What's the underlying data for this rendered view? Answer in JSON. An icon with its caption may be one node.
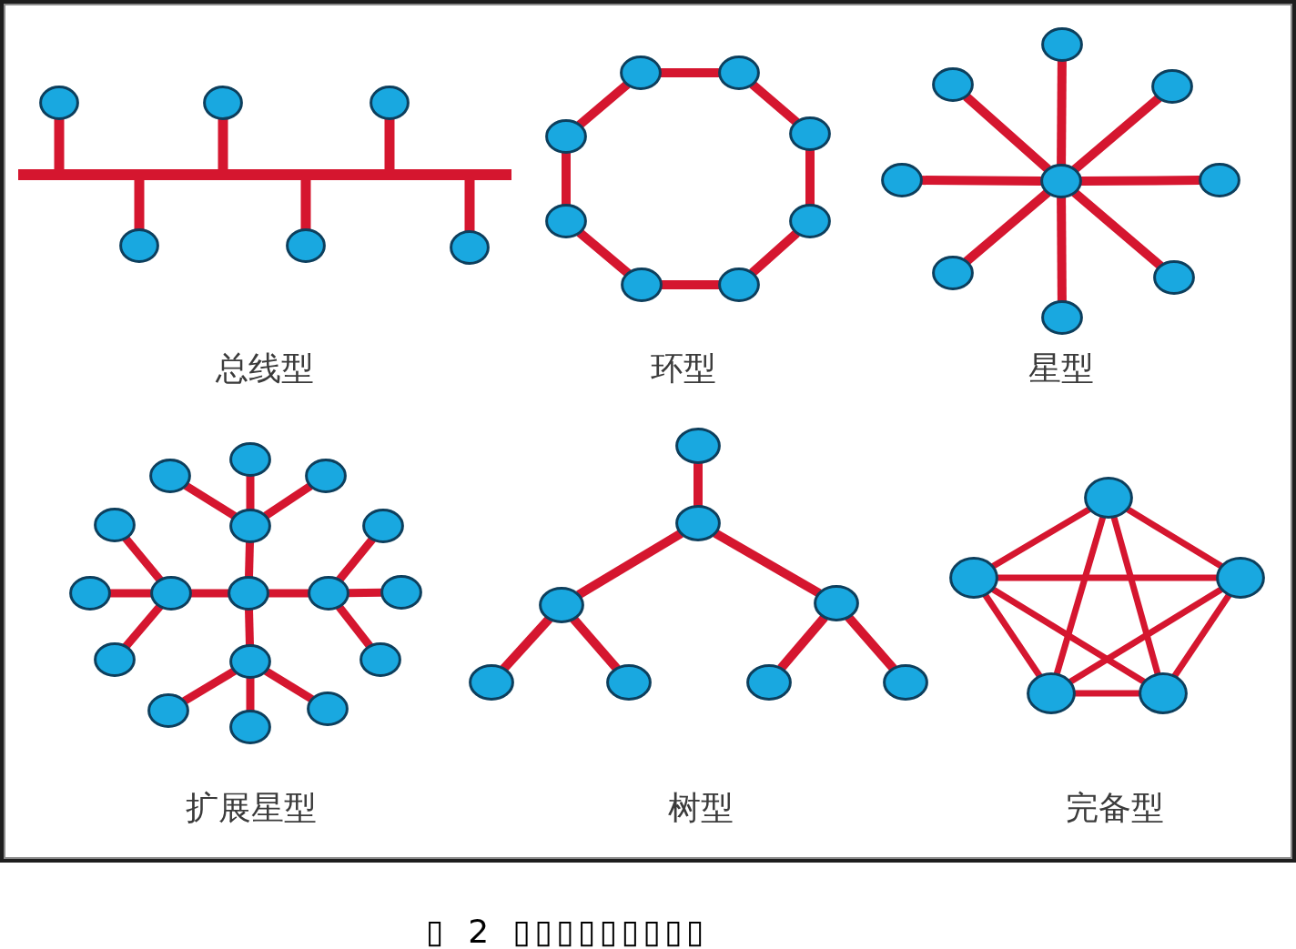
{
  "diagram": {
    "caption": "▯ 2 ▯▯▯▯▯▯▯▯▯",
    "nodes": [
      {
        "text": [],
        "shape": "circle"
      },
      {
        "text": [],
        "shape": "circle"
      },
      {
        "text": [],
        "shape": "circle"
      },
      {
        "text": [],
        "shape": "bar"
      },
      {
        "text": [],
        "shape": "circle"
      },
      {
        "text": [],
        "shape": "circle"
      },
      {
        "text": [],
        "shape": "circle"
      },
      {
        "text": [],
        "shape": "circle"
      },
      {
        "text": [],
        "shape": "circle"
      },
      {
        "text": [],
        "shape": "circle"
      },
      {
        "text": [],
        "shape": "circle"
      },
      {
        "text": [],
        "shape": "circle"
      },
      {
        "text": [],
        "shape": "circle"
      },
      {
        "text": [],
        "shape": "circle"
      },
      {
        "text": [],
        "shape": "circle"
      },
      {
        "text": [],
        "shape": "circle"
      },
      {
        "text": [],
        "shape": "circle"
      },
      {
        "text": [],
        "shape": "circle"
      },
      {
        "text": [],
        "shape": "circle"
      },
      {
        "text": [],
        "shape": "circle"
      },
      {
        "text": [],
        "shape": "circle"
      },
      {
        "text": [],
        "shape": "circle"
      },
      {
        "text": [],
        "shape": "circle"
      },
      {
        "text": [],
        "shape": "circle"
      },
      {
        "text": [],
        "shape": "circle"
      },
      {
        "text": [],
        "shape": "circle"
      },
      {
        "text": [],
        "shape": "circle"
      },
      {
        "text": [],
        "shape": "circle"
      },
      {
        "text": [],
        "shape": "circle"
      },
      {
        "text": [],
        "shape": "circle"
      },
      {
        "text": [],
        "shape": "circle"
      },
      {
        "text": [],
        "shape": "circle"
      },
      {
        "text": [],
        "shape": "circle"
      },
      {
        "text": [],
        "shape": "circle"
      },
      {
        "text": [],
        "shape": "circle"
      },
      {
        "text": [],
        "shape": "circle"
      },
      {
        "text": [],
        "shape": "circle"
      },
      {
        "text": [],
        "shape": "circle"
      },
      {
        "text": [],
        "shape": "circle"
      },
      {
        "text": [],
        "shape": "circle"
      },
      {
        "text": [],
        "shape": "circle"
      },
      {
        "text": [],
        "shape": "circle"
      },
      {
        "text": [],
        "shape": "circle"
      },
      {
        "text": [],
        "shape": "circle"
      },
      {
        "text": [],
        "shape": "circle"
      },
      {
        "text": [],
        "shape": "circle"
      },
      {
        "text": [],
        "shape": "circle"
      },
      {
        "text": [],
        "shape": "circle"
      },
      {
        "text": [],
        "shape": "circle"
      },
      {
        "text": [],
        "shape": "circle"
      },
      {
        "text": [],
        "shape": "circle"
      },
      {
        "text": [],
        "shape": "circle"
      },
      {
        "text": [],
        "shape": "circle"
      },
      {
        "text": [],
        "shape": "circle"
      }
    ],
    "edges": [
      {
        "from": 0,
        "to": 3,
        "arrow": "none"
      },
      {
        "from": 1,
        "to": 3,
        "arrow": "none"
      },
      {
        "from": 2,
        "to": 3,
        "arrow": "none"
      },
      {
        "from": 3,
        "to": 4,
        "arrow": "none"
      },
      {
        "from": 3,
        "to": 5,
        "arrow": "none"
      },
      {
        "from": 3,
        "to": 6,
        "arrow": "none"
      },
      {
        "from": 7,
        "to": 8,
        "arrow": "none"
      },
      {
        "from": 8,
        "to": 10,
        "arrow": "none"
      },
      {
        "from": 10,
        "to": 12,
        "arrow": "none"
      },
      {
        "from": 12,
        "to": 14,
        "arrow": "none"
      },
      {
        "from": 14,
        "to": 13,
        "arrow": "none"
      },
      {
        "from": 13,
        "to": 11,
        "arrow": "none"
      },
      {
        "from": 11,
        "to": 9,
        "arrow": "none"
      },
      {
        "from": 9,
        "to": 7,
        "arrow": "none"
      },
      {
        "from": 19,
        "to": 15,
        "arrow": "none"
      },
      {
        "from": 19,
        "to": 16,
        "arrow": "none"
      },
      {
        "from": 19,
        "to": 17,
        "arrow": "none"
      },
      {
        "from": 19,
        "to": 18,
        "arrow": "none"
      },
      {
        "from": 19,
        "to": 20,
        "arrow": "none"
      },
      {
        "from": 19,
        "to": 21,
        "arrow": "none"
      },
      {
        "from": 19,
        "to": 22,
        "arrow": "none"
      },
      {
        "from": 19,
        "to": 23,
        "arrow": "none"
      },
      {
        "from": 32,
        "to": 28,
        "arrow": "none"
      },
      {
        "from": 32,
        "to": 31,
        "arrow": "none"
      },
      {
        "from": 32,
        "to": 33,
        "arrow": "none"
      },
      {
        "from": 32,
        "to": 36,
        "arrow": "none"
      },
      {
        "from": 28,
        "to": 24,
        "arrow": "none"
      },
      {
        "from": 28,
        "to": 25,
        "arrow": "none"
      },
      {
        "from": 28,
        "to": 26,
        "arrow": "none"
      },
      {
        "from": 31,
        "to": 27,
        "arrow": "none"
      },
      {
        "from": 31,
        "to": 30,
        "arrow": "none"
      },
      {
        "from": 31,
        "to": 35,
        "arrow": "none"
      },
      {
        "from": 33,
        "to": 29,
        "arrow": "none"
      },
      {
        "from": 33,
        "to": 34,
        "arrow": "none"
      },
      {
        "from": 33,
        "to": 37,
        "arrow": "none"
      },
      {
        "from": 36,
        "to": 38,
        "arrow": "none"
      },
      {
        "from": 36,
        "to": 39,
        "arrow": "none"
      },
      {
        "from": 36,
        "to": 40,
        "arrow": "none"
      },
      {
        "from": 41,
        "to": 42,
        "arrow": "none"
      },
      {
        "from": 42,
        "to": 43,
        "arrow": "none"
      },
      {
        "from": 42,
        "to": 44,
        "arrow": "none"
      },
      {
        "from": 43,
        "to": 45,
        "arrow": "none"
      },
      {
        "from": 43,
        "to": 46,
        "arrow": "none"
      },
      {
        "from": 44,
        "to": 47,
        "arrow": "none"
      },
      {
        "from": 44,
        "to": 48,
        "arrow": "none"
      },
      {
        "from": 49,
        "to": 50,
        "arrow": "none"
      },
      {
        "from": 49,
        "to": 51,
        "arrow": "none"
      },
      {
        "from": 49,
        "to": 52,
        "arrow": "none"
      },
      {
        "from": 49,
        "to": 53,
        "arrow": "none"
      },
      {
        "from": 50,
        "to": 51,
        "arrow": "none"
      },
      {
        "from": 50,
        "to": 52,
        "arrow": "none"
      },
      {
        "from": 50,
        "to": 53,
        "arrow": "none"
      },
      {
        "from": 51,
        "to": 52,
        "arrow": "none"
      },
      {
        "from": 51,
        "to": 53,
        "arrow": "none"
      },
      {
        "from": 52,
        "to": 53,
        "arrow": "none"
      }
    ],
    "labels": [
      "总线型",
      "环型",
      "星型",
      "扩展星型",
      "树型",
      "完备型"
    ]
  }
}
